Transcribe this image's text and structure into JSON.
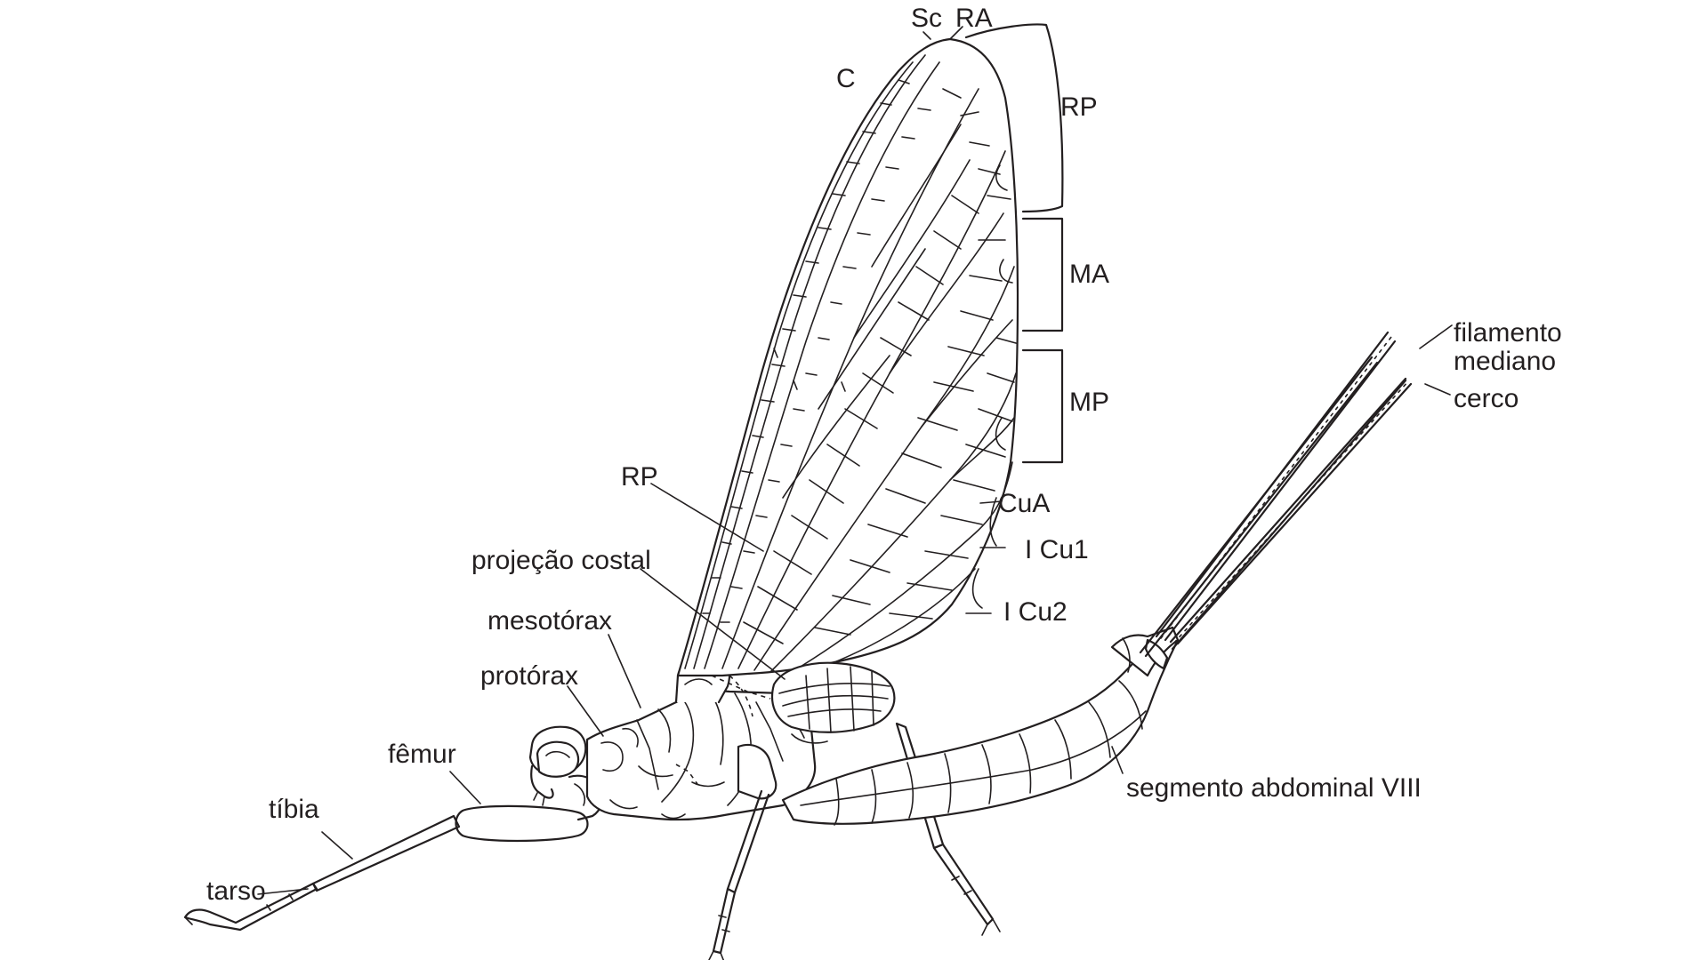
{
  "labels": {
    "sc": "Sc",
    "ra": "RA",
    "c": "C",
    "rp_top": "RP",
    "ma": "MA",
    "mp": "MP",
    "rp_mid": "RP",
    "cua": "CuA",
    "icu1": "I Cu1",
    "icu2": "I Cu2",
    "projecao_costal": "projeção costal",
    "mesotorax": "mesotórax",
    "protorax": "protórax",
    "femur": "fêmur",
    "tibia": "tíbia",
    "tarso": "tarso",
    "segmento": "segmento abdominal VIII",
    "filamento_1": "filamento",
    "filamento_2": "mediano",
    "cerco": "cerco"
  },
  "colors": {
    "ink": "#231f20",
    "background": "#ffffff"
  }
}
